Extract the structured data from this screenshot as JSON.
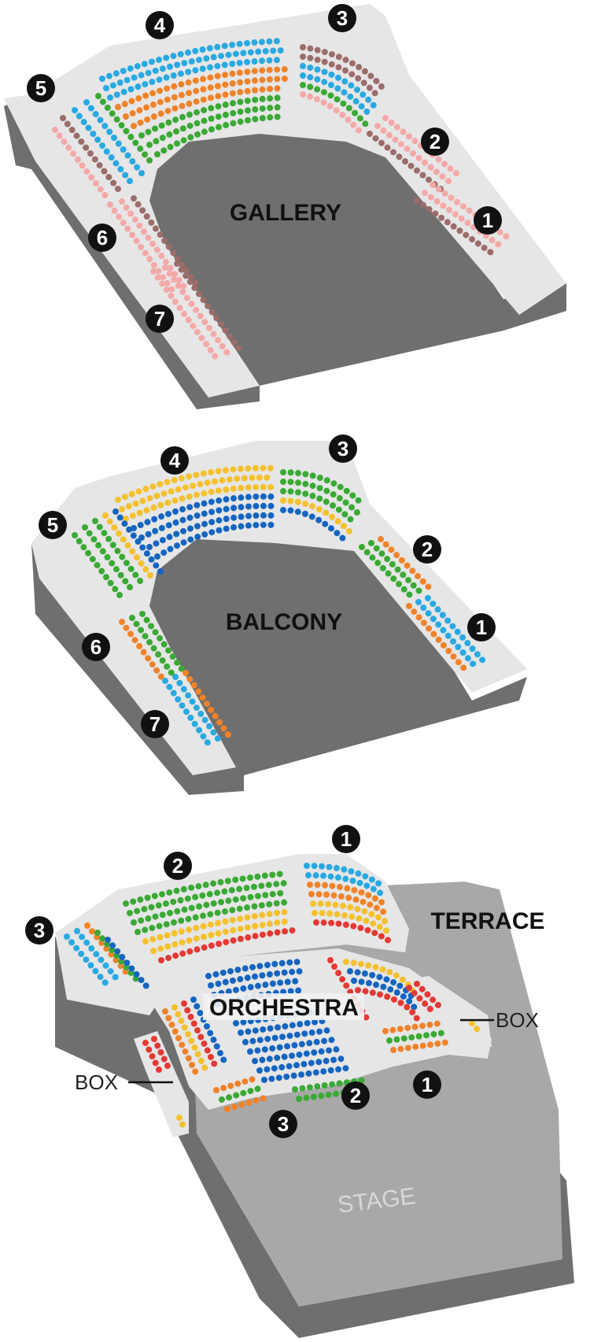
{
  "levels": {
    "gallery": {
      "label": "GALLERY",
      "section_numbers": [
        "1",
        "2",
        "3",
        "4",
        "5",
        "6",
        "7"
      ]
    },
    "balcony": {
      "label": "BALCONY",
      "section_numbers": [
        "1",
        "2",
        "3",
        "4",
        "5",
        "6",
        "7"
      ]
    },
    "terrace": {
      "label": "TERRACE",
      "section_numbers": [
        "1",
        "2",
        "3"
      ]
    },
    "orchestra": {
      "label": "ORCHESTRA",
      "section_numbers": [
        "1",
        "2",
        "3"
      ],
      "box_left": "BOX",
      "box_right": "BOX",
      "stage": "STAGE"
    }
  },
  "colors": {
    "floor": "#e6e6e6",
    "wall": "#6f6f6f",
    "stage": "#a8a8a8",
    "marker": "#111111",
    "seat_blue": "#1565c0",
    "seat_light_blue": "#29a9e1",
    "seat_green": "#3aa935",
    "seat_orange": "#f0832a",
    "seat_yellow": "#f4c12e",
    "seat_red": "#e53935",
    "seat_pink": "#f4a9a8",
    "seat_mauve": "#9b6d6a"
  }
}
